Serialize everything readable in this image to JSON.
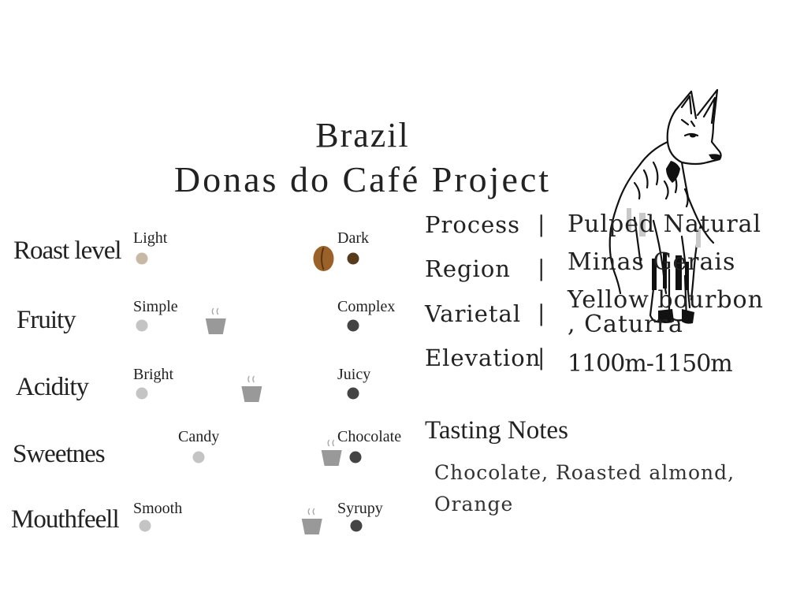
{
  "header": {
    "country": "Brazil",
    "project": "Donas do Café Project"
  },
  "logo": {
    "icon": "fox-illustration-icon"
  },
  "profile": [
    {
      "label": "Roast level",
      "left_label": "Light",
      "right_label": "Dark",
      "marker": "coffee-bean",
      "marker_level": 0.86
    },
    {
      "label": "Fruity",
      "left_label": "Simple",
      "right_label": "Complex",
      "marker": "cup",
      "marker_level": 0.35
    },
    {
      "label": "Acidity",
      "left_label": "Bright",
      "right_label": "Juicy",
      "marker": "cup",
      "marker_level": 0.52
    },
    {
      "label": "Sweetnes",
      "left_label": "Candy",
      "right_label": "Chocolate",
      "marker": "cup",
      "marker_level": 0.89
    },
    {
      "label": "Mouthfeell",
      "left_label": "Smooth",
      "right_label": "Syrupy",
      "marker": "cup",
      "marker_level": 0.79
    }
  ],
  "details": [
    {
      "label": "Process",
      "separator": "|",
      "value": "Pulped Natural"
    },
    {
      "label": "Region",
      "separator": "|",
      "value": "Minas Gerais"
    },
    {
      "label": "Varietal",
      "separator": "|",
      "value": "Yellow bourbon , Caturra"
    },
    {
      "label": "Elevation",
      "separator": "|",
      "value": "1100m-1150m"
    }
  ],
  "tasting": {
    "title": "Tasting Notes",
    "notes": "Chocolate, Roasted almond, Orange"
  },
  "colors": {
    "text": "#222222",
    "bean": "#9a6128",
    "dark_dot": "#5a3a1c",
    "light_dot": "#c8b9a5",
    "cup": "#999999",
    "line_gray": "#555555"
  }
}
